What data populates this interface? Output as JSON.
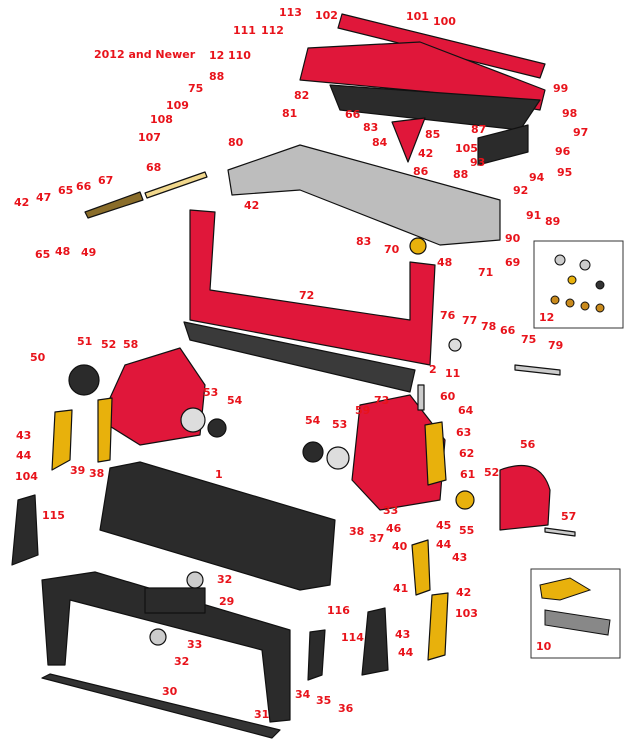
{
  "diagram": {
    "title_note": "2012 and Newer",
    "colors": {
      "label": "#e8131b",
      "red_part": "#e0173a",
      "black_part": "#2b2b2b",
      "gray_part": "#bdbdbd",
      "yellow_part": "#e8b10c",
      "bronze_part": "#c98a1c"
    },
    "callouts": [
      "113",
      "102",
      "101",
      "100",
      "12",
      "111",
      "112",
      "110",
      "88",
      "75",
      "109",
      "108",
      "107",
      "80",
      "68",
      "82",
      "81",
      "66",
      "83",
      "84",
      "85",
      "87",
      "99",
      "98",
      "97",
      "96",
      "95",
      "94",
      "93",
      "92",
      "88",
      "105",
      "42",
      "86",
      "42",
      "67",
      "66",
      "65",
      "47",
      "42",
      "65",
      "48",
      "49",
      "83",
      "70",
      "48",
      "71",
      "69",
      "90",
      "91",
      "89",
      "12",
      "72",
      "76",
      "77",
      "78",
      "66",
      "75",
      "79",
      "51",
      "52",
      "58",
      "50",
      "2",
      "11",
      "60",
      "73",
      "64",
      "59",
      "54",
      "53",
      "63",
      "53",
      "54",
      "43",
      "44",
      "62",
      "56",
      "39",
      "38",
      "104",
      "1",
      "61",
      "52",
      "33",
      "45",
      "46",
      "55",
      "57",
      "115",
      "38",
      "37",
      "44",
      "40",
      "43",
      "41",
      "42",
      "32",
      "29",
      "103",
      "10",
      "116",
      "114",
      "43",
      "44",
      "33",
      "32",
      "30",
      "34",
      "35",
      "31",
      "36"
    ]
  }
}
